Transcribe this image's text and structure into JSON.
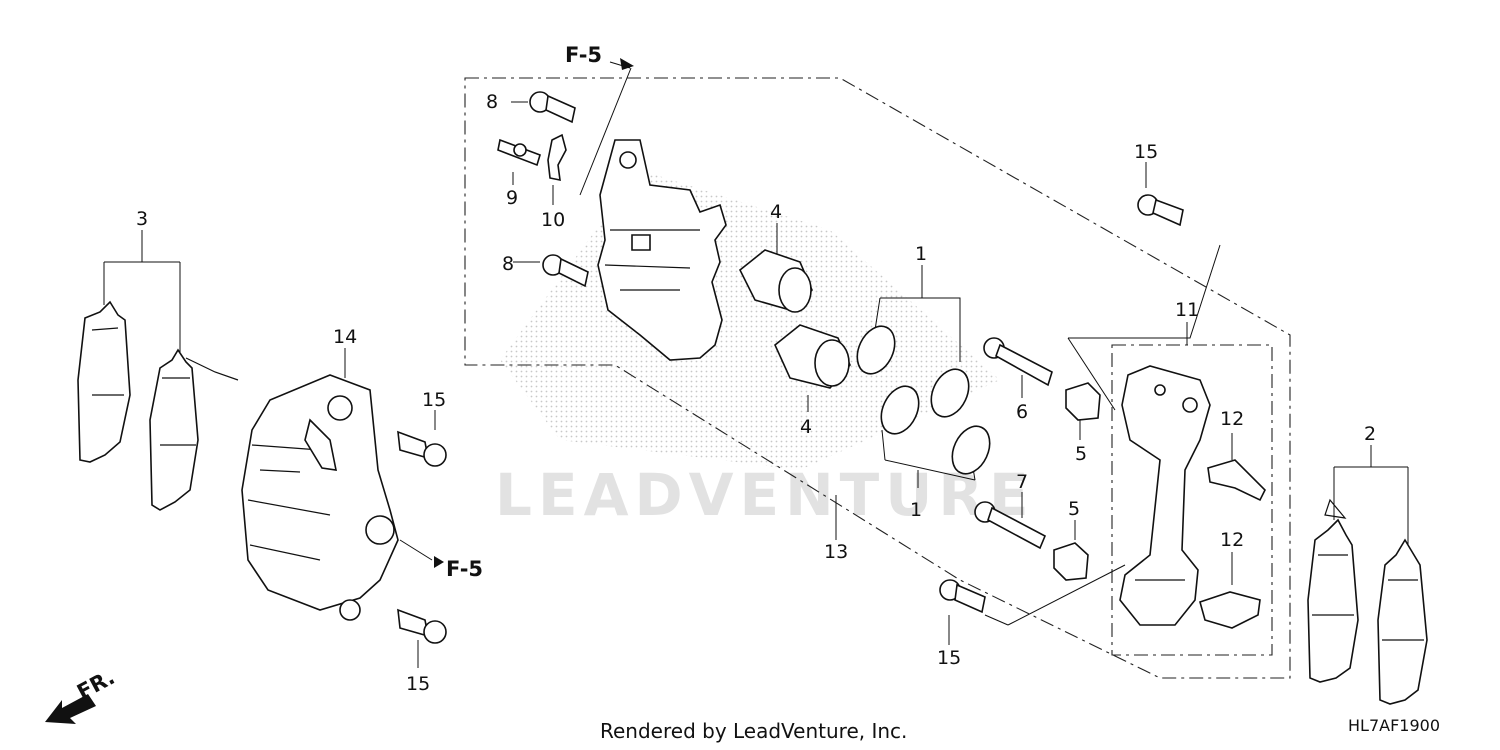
{
  "diagram": {
    "code": "HL7AF1900",
    "credit": "Rendered by LeadVenture, Inc.",
    "watermark": "LEADVENTURE",
    "front_marker": "FR.",
    "callouts": [
      {
        "id": "c1a",
        "text": "1"
      },
      {
        "id": "c1b",
        "text": "1"
      },
      {
        "id": "c2",
        "text": "2"
      },
      {
        "id": "c3",
        "text": "3"
      },
      {
        "id": "c4a",
        "text": "4"
      },
      {
        "id": "c4b",
        "text": "4"
      },
      {
        "id": "c5a",
        "text": "5"
      },
      {
        "id": "c5b",
        "text": "5"
      },
      {
        "id": "c6",
        "text": "6"
      },
      {
        "id": "c7",
        "text": "7"
      },
      {
        "id": "c8a",
        "text": "8"
      },
      {
        "id": "c8b",
        "text": "8"
      },
      {
        "id": "c9",
        "text": "9"
      },
      {
        "id": "c10",
        "text": "10"
      },
      {
        "id": "c11",
        "text": "11"
      },
      {
        "id": "c12a",
        "text": "12"
      },
      {
        "id": "c12b",
        "text": "12"
      },
      {
        "id": "c13",
        "text": "13"
      },
      {
        "id": "c14",
        "text": "14"
      },
      {
        "id": "c15a",
        "text": "15"
      },
      {
        "id": "c15b",
        "text": "15"
      },
      {
        "id": "c15c",
        "text": "15"
      },
      {
        "id": "c15d",
        "text": "15"
      }
    ],
    "refs": [
      {
        "id": "r1",
        "text": "F-5"
      },
      {
        "id": "r2",
        "text": "F-5"
      }
    ]
  }
}
